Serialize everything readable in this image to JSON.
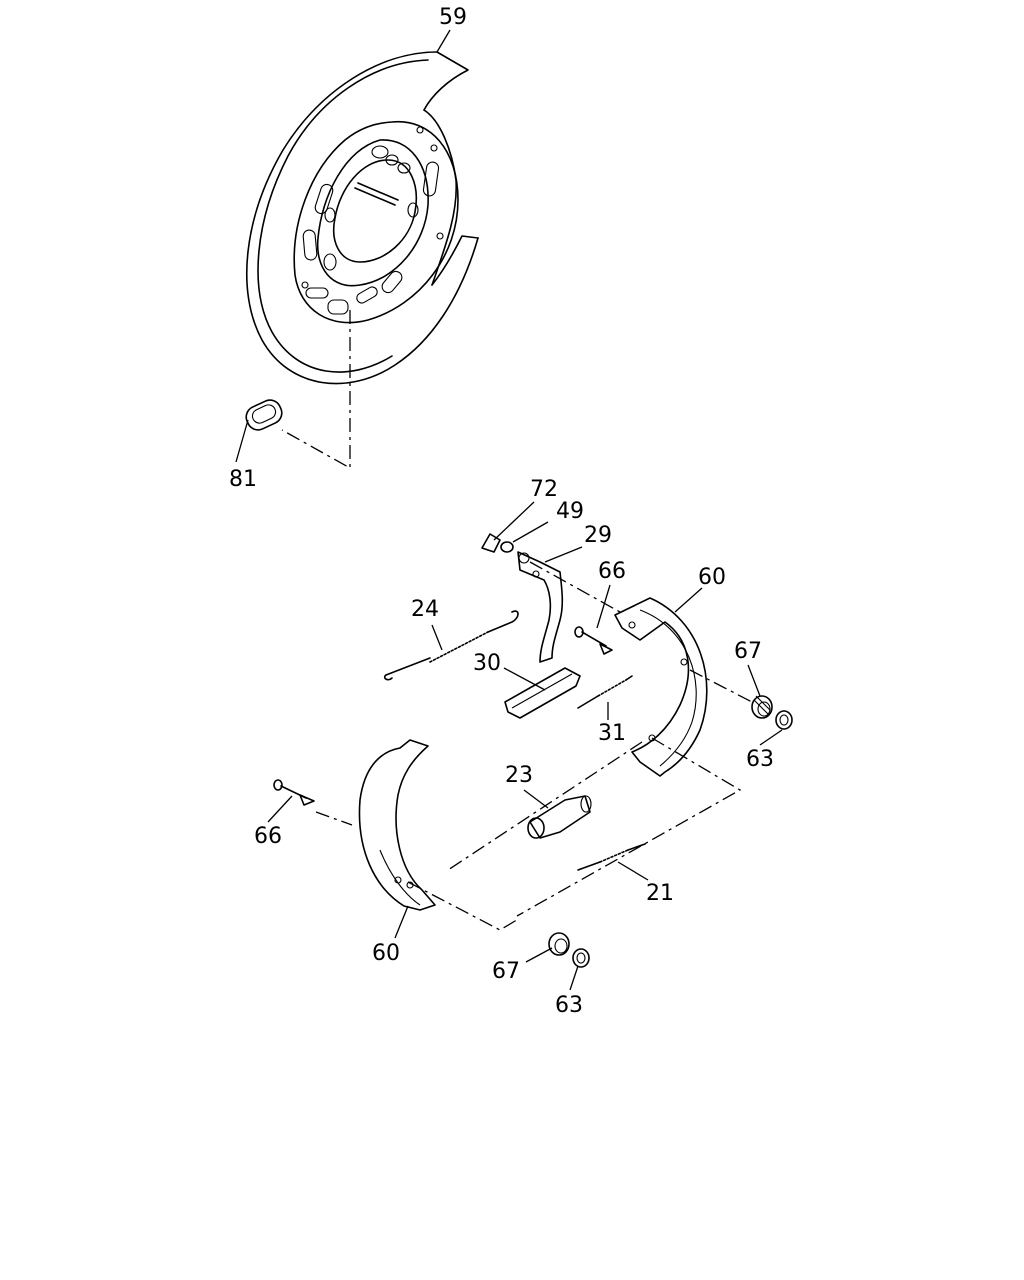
{
  "diagram": {
    "callouts": [
      {
        "id": "c59",
        "label": "59"
      },
      {
        "id": "c81",
        "label": "81"
      },
      {
        "id": "c72",
        "label": "72"
      },
      {
        "id": "c49",
        "label": "49"
      },
      {
        "id": "c29",
        "label": "29"
      },
      {
        "id": "c66a",
        "label": "66"
      },
      {
        "id": "c60a",
        "label": "60"
      },
      {
        "id": "c24",
        "label": "24"
      },
      {
        "id": "c30",
        "label": "30"
      },
      {
        "id": "c67a",
        "label": "67"
      },
      {
        "id": "c31",
        "label": "31"
      },
      {
        "id": "c63a",
        "label": "63"
      },
      {
        "id": "c23",
        "label": "23"
      },
      {
        "id": "c66b",
        "label": "66"
      },
      {
        "id": "c21",
        "label": "21"
      },
      {
        "id": "c60b",
        "label": "60"
      },
      {
        "id": "c67b",
        "label": "67"
      },
      {
        "id": "c63b",
        "label": "63"
      }
    ]
  }
}
